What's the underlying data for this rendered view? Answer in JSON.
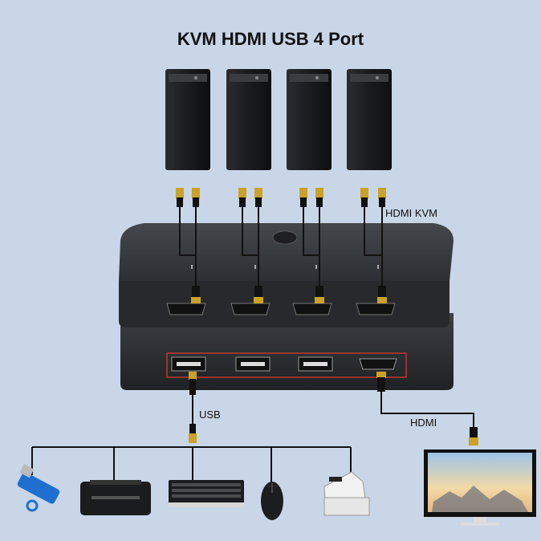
{
  "title": "KVM HDMI USB 4 Port",
  "labels": {
    "hdmi_kvm": "HDMI KVM",
    "usb": "USB",
    "hdmi": "HDMI"
  },
  "colors": {
    "background": "#c9d6e8",
    "device_body": "#2f3236",
    "highlight_box": "#c0392b",
    "cable": "#111111",
    "connector_gold": "#c9a227"
  },
  "computers": [
    {
      "name": "pc-1"
    },
    {
      "name": "pc-2"
    },
    {
      "name": "pc-3"
    },
    {
      "name": "pc-4"
    }
  ],
  "peripherals": [
    {
      "icon": "usb-flash-drive-icon"
    },
    {
      "icon": "printer-icon"
    },
    {
      "icon": "keyboard-icon"
    },
    {
      "icon": "mouse-icon"
    },
    {
      "icon": "scanner-icon"
    }
  ],
  "monitor": {
    "icon": "monitor-icon"
  }
}
